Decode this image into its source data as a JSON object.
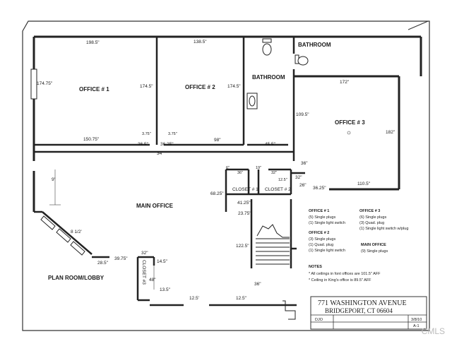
{
  "rooms": {
    "office1": "OFFICE # 1",
    "office2": "OFFICE # 2",
    "office3": "OFFICE # 3",
    "bathroom_main": "BATHROOM",
    "bathroom_upper": "BATHROOM",
    "main_office": "MAIN OFFICE",
    "closet1": "CLOSET # 1",
    "closet2": "CLOSET # 2",
    "closet3": "CLOSET #3",
    "plan_room": "PLAN ROOM/LOBBY"
  },
  "dimensions": {
    "d_198_5": "198.5\"",
    "d_138_5": "138.5\"",
    "d_174_75": "174.75\"",
    "d_174_5a": "174.5\"",
    "d_174_5b": "174.5\"",
    "d_172": "172\"",
    "d_109_5": "109.5\"",
    "d_182": "182\"",
    "d_150_75": "150.75\"",
    "d_3_75a": "3.75\"",
    "d_3_75b": "3.75\"",
    "d_36_5": "36.5\"",
    "d_36_25a": "36.25\"",
    "d_98": "98\"",
    "d_45_5": "45.5\"",
    "d_34": "34'",
    "d_36a": "36\"",
    "d_6": "6\"",
    "d_36b": "36\"",
    "d_19": "19\"",
    "d_32a": "32\"",
    "d_32b": "32\"",
    "d_12_5": "12.5\"",
    "d_26": "26\"",
    "d_36_25b": "36.25\"",
    "d_110_5": "110.5\"",
    "d_9": "9'",
    "d_68_25": "68.25\"",
    "d_41_25": "41.25\"",
    "d_23_75": "23.75\"",
    "d_8_half": "8 1/2'",
    "d_122_5": "122.5\"",
    "d_28_5": "28.5\"",
    "d_39_75": "39.75\"",
    "d_32c": "32\"",
    "d_14_5": "14.5\"",
    "d_48": "48\"",
    "d_13_5": "13.5\"",
    "d_12_5ft": "12.5'",
    "d_12_5in": "12.5\"",
    "d_36c": "36\""
  },
  "legend": {
    "office1_title": "OFFICE # 1",
    "office1_lines": [
      "(5) Single plugs",
      "(1) Single light switch"
    ],
    "office2_title": "OFFICE # 2",
    "office2_lines": [
      "(3) Single plugs",
      "(1) Quad. plug",
      "(1) Single light switch"
    ],
    "office3_title": "OFFICE # 3",
    "office3_lines": [
      "(6) Single plugs",
      "(3) Quad. plug",
      "(1) Single light switch w/plug"
    ],
    "main_title": "MAIN OFFICE",
    "main_lines": [
      "(9) Single plugs"
    ],
    "notes_title": "NOTES",
    "notes_lines": [
      "* All ceilings in font offices are 101.5\" AFF",
      "* Ceiling in King's office is 89.5\" AFF"
    ]
  },
  "title_block": {
    "address_line1": "771 WASHINGTON AVENUE",
    "address_line2": "BRIDGEPORT, CT 06604",
    "drawn_by": "DJO",
    "date": "3/8/10",
    "sheet": "A-1"
  },
  "watermark": "CMLS"
}
